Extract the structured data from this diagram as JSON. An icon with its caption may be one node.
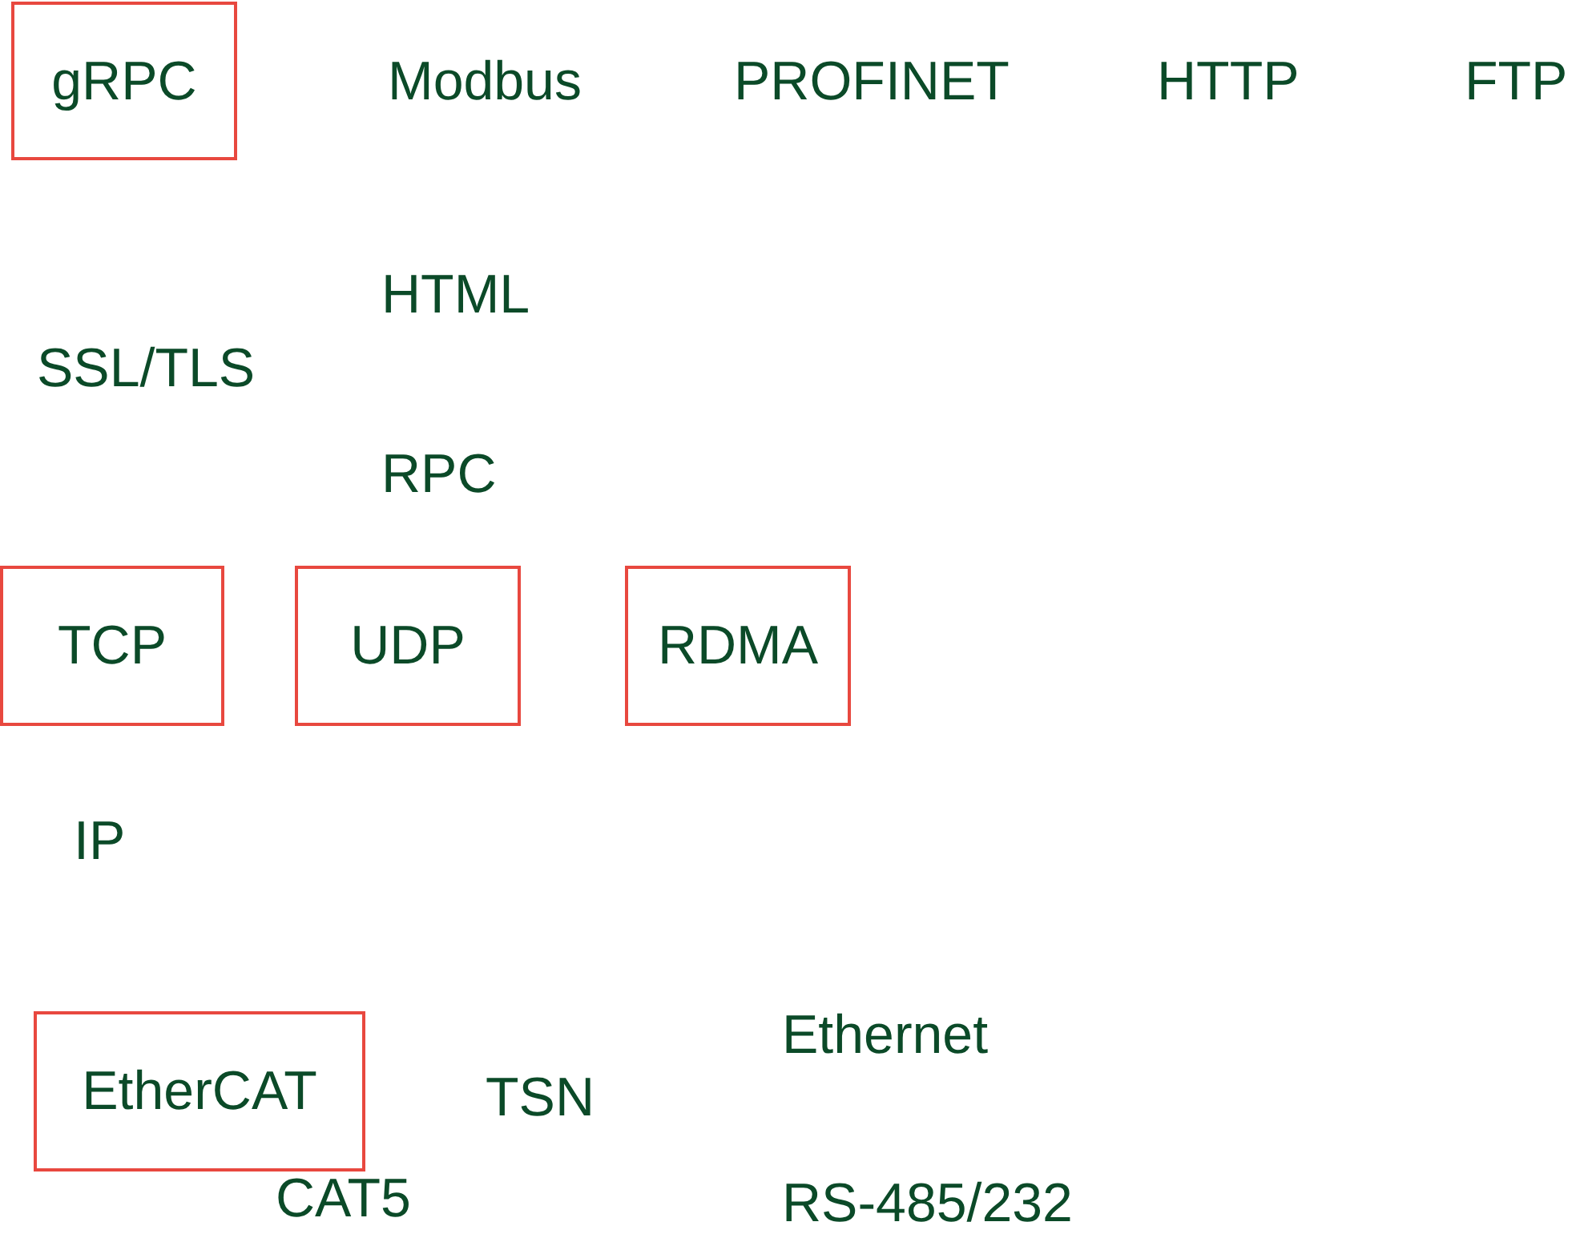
{
  "diagram": {
    "nodes": [
      {
        "text": [
          "gRPC"
        ]
      },
      {
        "text": [
          "TCP"
        ]
      },
      {
        "text": [
          "UDP"
        ]
      },
      {
        "text": [
          "RDMA"
        ]
      },
      {
        "text": [
          "EtherCAT"
        ]
      }
    ],
    "labels": [
      "Modbus",
      "PROFINET",
      "HTTP",
      "FTP",
      "HTML",
      "SSL/TLS",
      "RPC",
      "IP",
      "Ethernet",
      "TSN",
      "CAT5",
      "RS-485/232"
    ]
  }
}
